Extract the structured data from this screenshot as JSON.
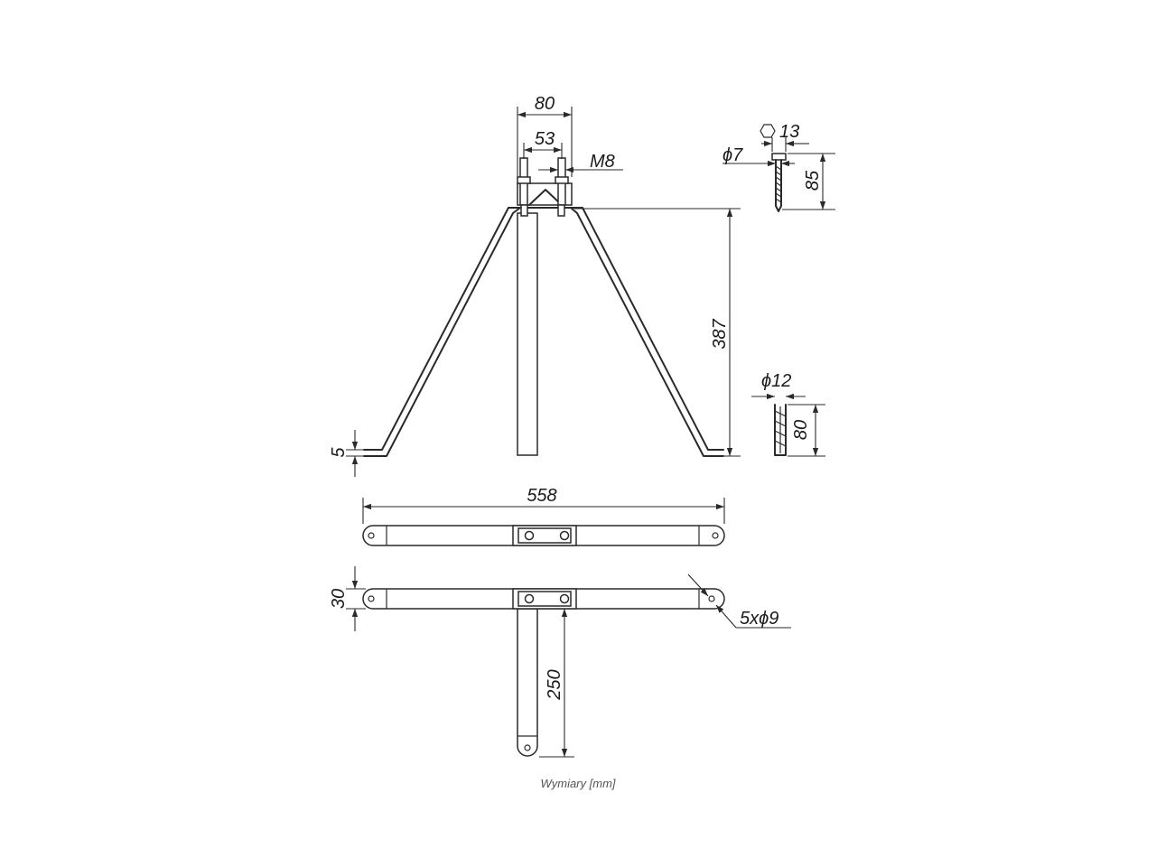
{
  "dimensions": {
    "clamp_outer_width": "80",
    "clamp_inner_width": "53",
    "thread": "M8",
    "hex_size": "13",
    "screw_diameter": "ϕ7",
    "screw_length": "85",
    "height": "387",
    "plug_diameter": "ϕ12",
    "plug_length": "80",
    "foot_offset": "5",
    "total_width": "558",
    "bar_width": "30",
    "holes": "5xϕ9",
    "arm_length": "250"
  },
  "caption": "Wymiary [mm]"
}
